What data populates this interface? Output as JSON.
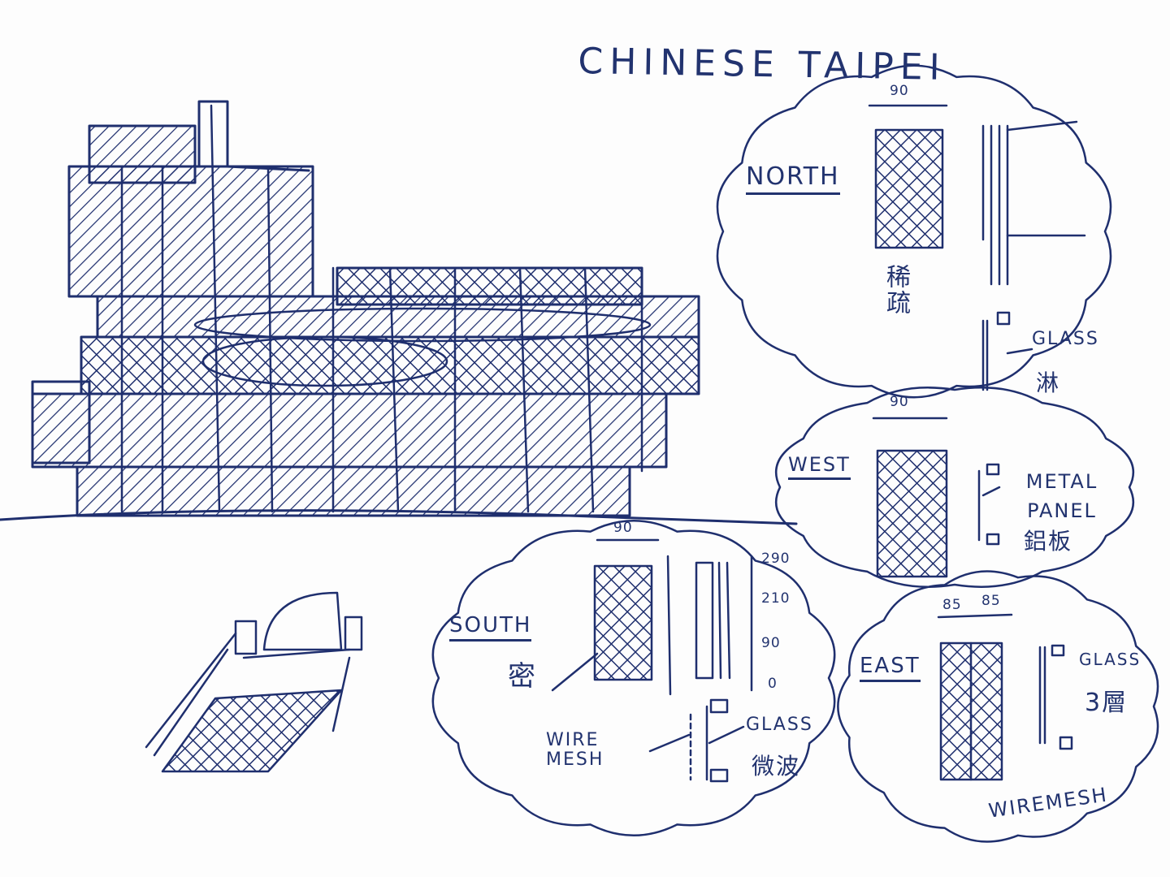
{
  "title": "CHINESE TAIPEI",
  "ink_color": "#1f2f6e",
  "panels": {
    "north": {
      "label": "NORTH",
      "dimension": "90",
      "note_cn": "稀疏",
      "material": "GLASS",
      "material_cn": "淋"
    },
    "west": {
      "label": "WEST",
      "dimension": "90",
      "material": "METAL PANEL",
      "material_cn": "鋁板"
    },
    "south": {
      "label": "SOUTH",
      "dimension": "90",
      "note_cn": "密",
      "levels": [
        "290",
        "210",
        "90",
        "0"
      ],
      "material_left": "WIRE MESH",
      "material_right": "GLASS",
      "material_cn": "微波"
    },
    "east": {
      "label": "EAST",
      "dimensions": [
        "85",
        "85"
      ],
      "material": "GLASS",
      "material_cn": "3層",
      "bottom_label": "WIREMESH"
    }
  }
}
